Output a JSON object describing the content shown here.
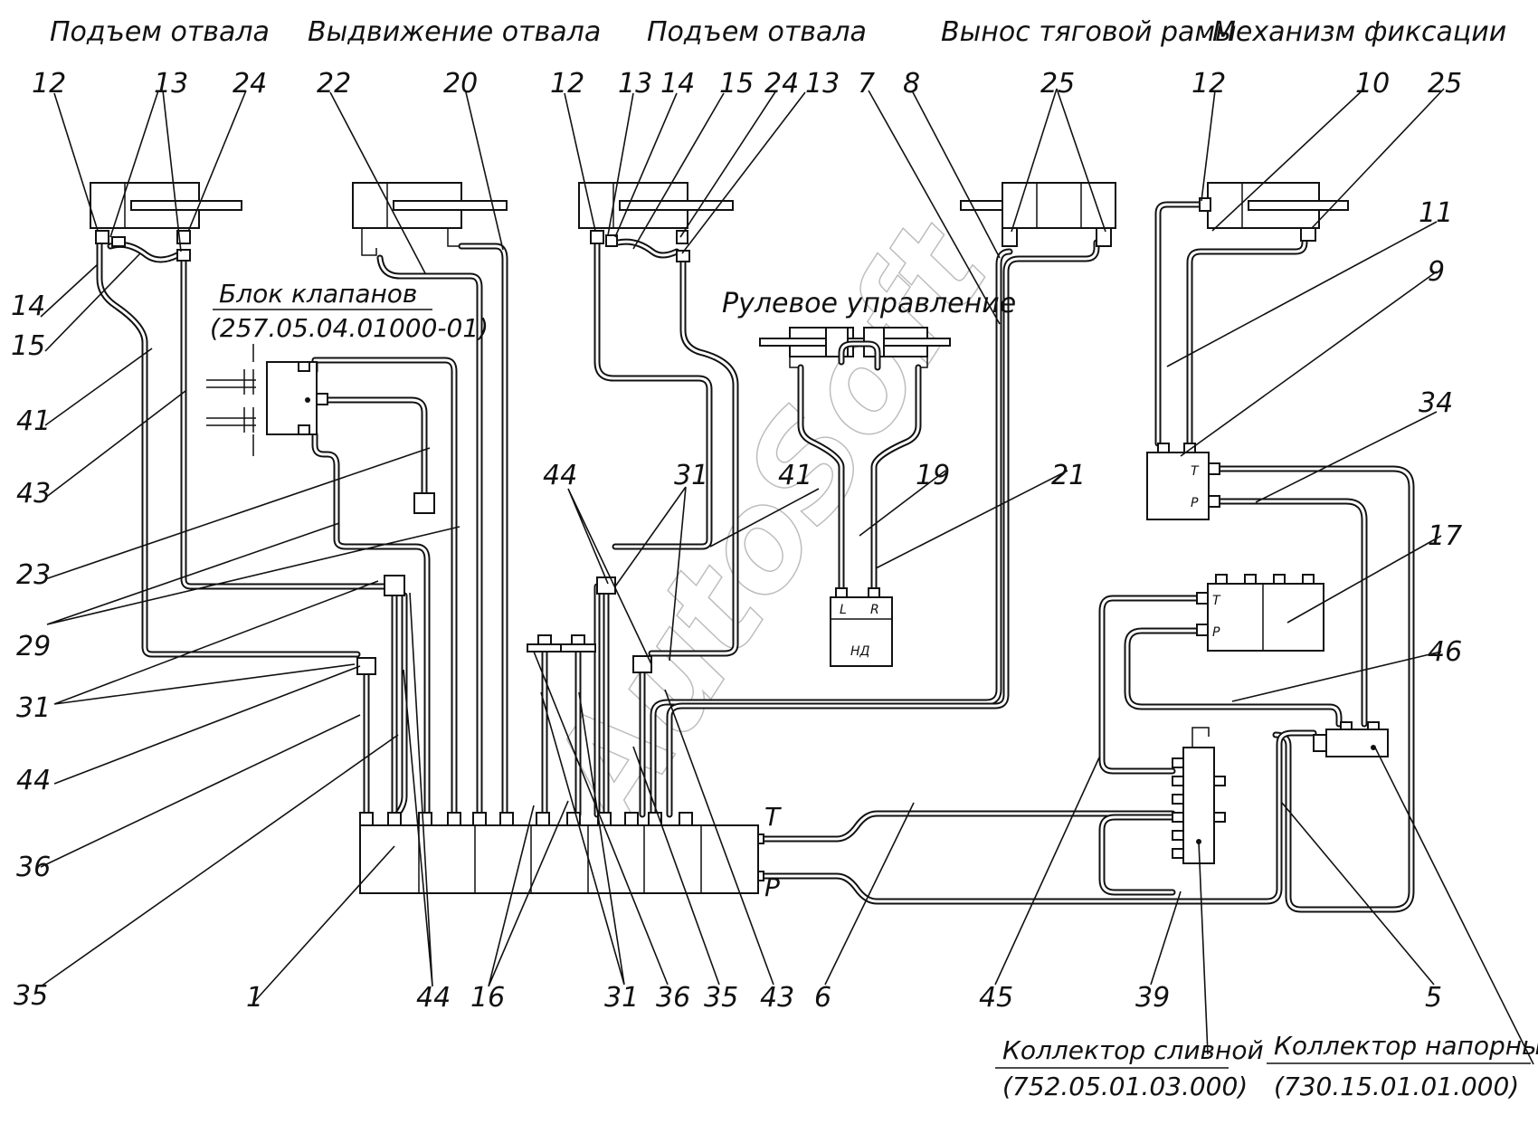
{
  "headings": {
    "blade_lift_1": "Подъем отвала",
    "blade_extension": "Выдвижение отвала",
    "blade_lift_2": "Подъем отвала",
    "draw_frame": "Вынос тяговой рамы",
    "locking_mechanism": "Механизм фиксации"
  },
  "valve_block": {
    "title": "Блок клапанов",
    "code": "(257.05.04.01000-01)"
  },
  "steering": {
    "title": "Рулевое управление",
    "port_l": "L",
    "port_r": "R",
    "pump": "НД"
  },
  "ports": {
    "t": "T",
    "p": "P"
  },
  "drain_collector": {
    "title": "Коллектор сливной",
    "code": "(752.05.01.03.000)"
  },
  "pressure_collector": {
    "title": "Коллектор напорный",
    "code": "(730.15.01.01.000)"
  },
  "watermark": "AutoSoft",
  "callouts": {
    "c12a": "12",
    "c13a": "13",
    "c24a": "24",
    "c22": "22",
    "c20": "20",
    "c12b": "12",
    "c13b": "13",
    "c14b": "14",
    "c15b": "15",
    "c24b": "24",
    "c13c": "13",
    "c7": "7",
    "c8": "8",
    "c25a": "25",
    "c12c": "12",
    "c10": "10",
    "c25b": "25",
    "c14a": "14",
    "c15a": "15",
    "c41a": "41",
    "c43a": "43",
    "c23": "23",
    "c29": "29",
    "c31a": "31",
    "c44a": "44",
    "c36a": "36",
    "c35a": "35",
    "c11": "11",
    "c9": "9",
    "c34": "34",
    "c17": "17",
    "c46": "46",
    "c44b": "44",
    "c31b": "31",
    "c41b": "41",
    "c19": "19",
    "c21": "21",
    "c1": "1",
    "c44c": "44",
    "c16": "16",
    "c31c": "31",
    "c36b": "36",
    "c35b": "35",
    "c43b": "43",
    "c6": "6",
    "c45": "45",
    "c39": "39",
    "c5": "5"
  }
}
